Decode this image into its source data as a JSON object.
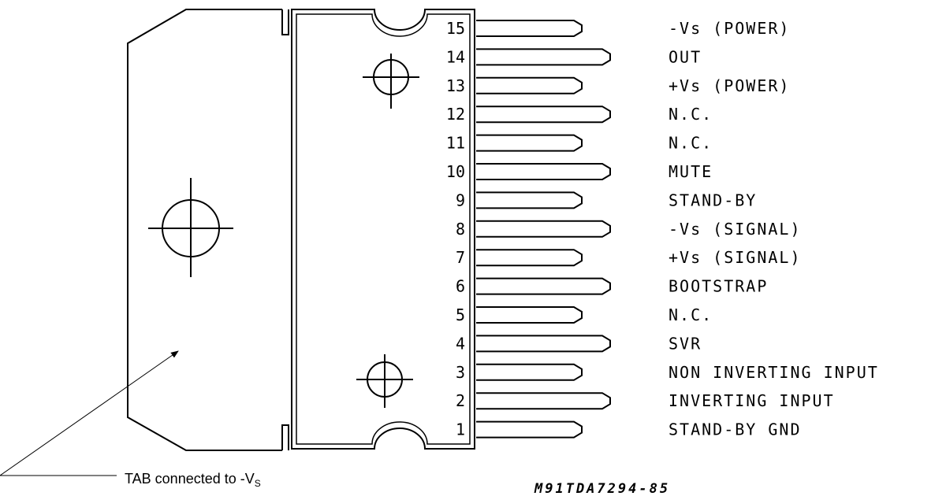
{
  "pins": [
    {
      "num": "15",
      "label": "-Vs (POWER)",
      "lead": "short"
    },
    {
      "num": "14",
      "label": "OUT",
      "lead": "long"
    },
    {
      "num": "13",
      "label": "+Vs (POWER)",
      "lead": "short"
    },
    {
      "num": "12",
      "label": "N.C.",
      "lead": "long"
    },
    {
      "num": "11",
      "label": "N.C.",
      "lead": "short"
    },
    {
      "num": "10",
      "label": "MUTE",
      "lead": "long"
    },
    {
      "num": "9",
      "label": "STAND-BY",
      "lead": "short"
    },
    {
      "num": "8",
      "label": "-Vs (SIGNAL)",
      "lead": "long"
    },
    {
      "num": "7",
      "label": "+Vs (SIGNAL)",
      "lead": "short"
    },
    {
      "num": "6",
      "label": "BOOTSTRAP",
      "lead": "long"
    },
    {
      "num": "5",
      "label": "N.C.",
      "lead": "short"
    },
    {
      "num": "4",
      "label": "SVR",
      "lead": "long"
    },
    {
      "num": "3",
      "label": "NON INVERTING INPUT",
      "lead": "short"
    },
    {
      "num": "2",
      "label": "INVERTING INPUT",
      "lead": "long"
    },
    {
      "num": "1",
      "label": "STAND-BY GND",
      "lead": "short"
    }
  ],
  "tab_note": {
    "text": "TAB connected to -V",
    "subscript": "S"
  },
  "part_code": "M91TDA7294-85",
  "icons": [
    "mounting-hole-crosshair-icon",
    "pin-marker-crosshair-icon",
    "leader-arrow-icon"
  ]
}
